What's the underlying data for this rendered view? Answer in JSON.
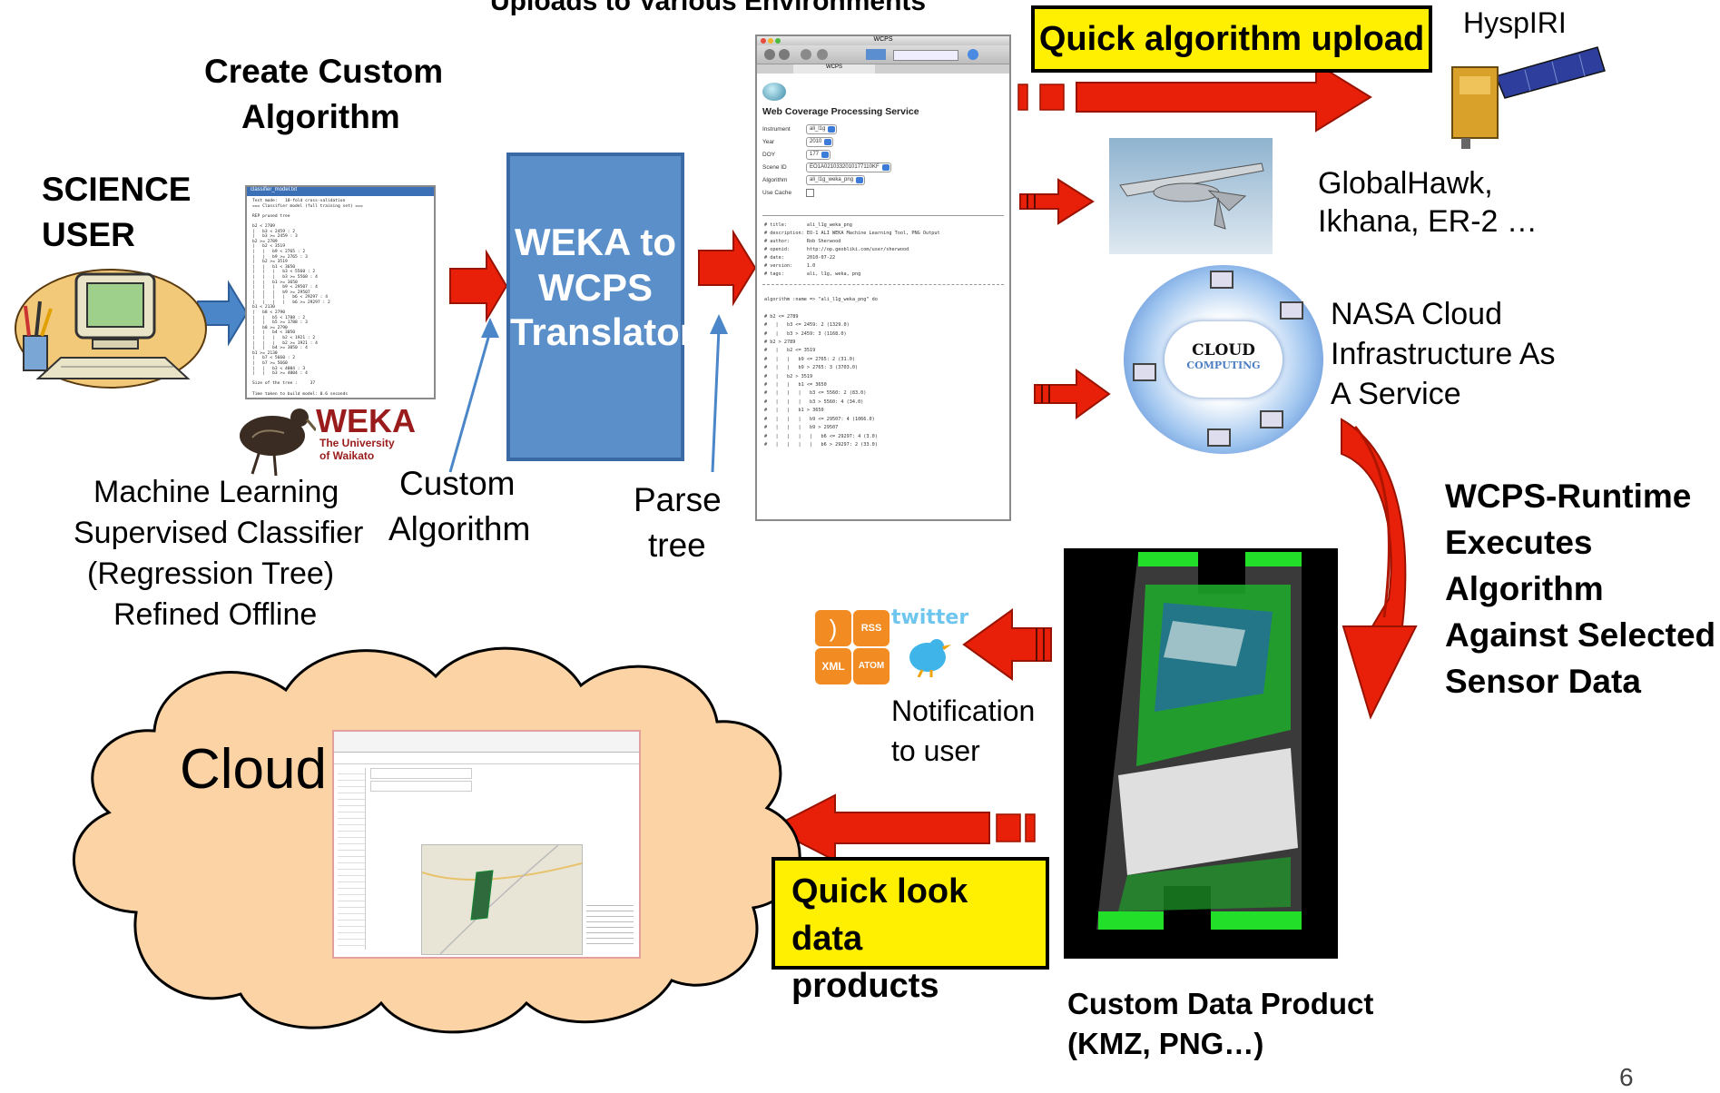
{
  "header_cut": "Uploads to Various Environments",
  "create_title": [
    "Create Custom",
    "Algorithm"
  ],
  "science_user": [
    "SCIENCE",
    "USER"
  ],
  "weka_logo": {
    "name": "WEKA",
    "sub": [
      "The University",
      "of Waikato"
    ]
  },
  "ml_caption": [
    "Machine Learning",
    "Supervised Classifier",
    "(Regression Tree)",
    "Refined Offline"
  ],
  "custom_algorithm": [
    "Custom",
    "Algorithm"
  ],
  "translator": [
    "WEKA to",
    "WCPS",
    "Translator"
  ],
  "parse_tree": [
    "Parse",
    "tree"
  ],
  "wcps_window": {
    "title": "WCPS",
    "tab": "WCPS",
    "heading": "Web Coverage Processing Service",
    "fields": [
      {
        "label": "Instrument",
        "value": "ali_l1g"
      },
      {
        "label": "Year",
        "value": "2010"
      },
      {
        "label": "DOY",
        "value": "177"
      },
      {
        "label": "Scene ID",
        "value": "EO1A0210332010177110KF"
      },
      {
        "label": "Algorithm",
        "value": "ali_l1g_weka_png"
      },
      {
        "label": "Use Cache",
        "value": ""
      }
    ],
    "header_lines": [
      "# title:       ali_l1g_weka_png",
      "# description: EO-1 ALI WEKA Machine Learning Tool, PNG Output",
      "# author:      Rob Sherwood",
      "# openid:      http://op.geobliki.com/user/sherwood",
      "# date:        2010-07-22",
      "# version:     1.0",
      "# tags:        ali, l1g, weka, png"
    ],
    "code_lines": [
      "algorithm :name => \"ali_l1g_weka_png\" do",
      "",
      "# b2 <= 2789",
      "#   |   b3 <= 2459: 2 (1329.0)",
      "#   |   b3 > 2459: 3 (1168.0)",
      "# b2 > 2789",
      "#   |   b2 <= 3519",
      "#   |   |   b9 <= 2765: 2 (31.0)",
      "#   |   |   b9 > 2765: 3 (3703.0)",
      "#   |   b2 > 3519",
      "#   |   |   b1 <= 3650",
      "#   |   |   |   b3 <= 5560: 2 (83.0)",
      "#   |   |   |   b3 > 5560: 4 (34.0)",
      "#   |   |   b1 > 3650",
      "#   |   |   |   b9 <= 29507: 4 (1066.0)",
      "#   |   |   |   b9 > 29507",
      "#   |   |   |   |   b6 <= 29297: 4 (3.0)",
      "#   |   |   |   |   b6 > 29297: 2 (33.0)"
    ]
  },
  "weka_text_window": {
    "title": "classifier_model.txt",
    "lines": [
      "Test mode:   10-fold cross-validation",
      "=== Classifier model (full training set) ===",
      "",
      "REP pruned tree",
      "",
      "b2 < 2789",
      "|   b3 < 2459 : 2",
      "|   b3 >= 2459 : 3",
      "b2 >= 2789",
      "|   b2 < 3519",
      "|   |   b9 < 2765 : 2",
      "|   |   b9 >= 2765 : 3",
      "|   b2 >= 3519",
      "|   |   b1 < 3650",
      "|   |   |   b3 < 5560 : 2",
      "|   |   |   b3 >= 5560 : 4",
      "|   |   b1 >= 3650",
      "|   |   |   b9 < 29507 : 4",
      "|   |   |   b9 >= 29507",
      "|   |   |   |   b6 < 29297 : 4",
      "|   |   |   |   b6 >= 29297 : 2",
      "b1 < 2130",
      "|   b8 < 2790",
      "|   |   b5 < 1788 : 2",
      "|   |   b5 >= 1788 : 3",
      "|   b8 >= 2790",
      "|   |   b4 < 3050",
      "|   |   |   b2 < 1921 : 2",
      "|   |   |   b2 >= 1921 : 4",
      "|   |   b4 >= 3050 : 4",
      "b1 >= 2130",
      "|   b7 < 5660 : 2",
      "|   b7 >= 5660",
      "|   |   b3 < 4004 : 3",
      "|   |   b3 >= 4004 : 4",
      "",
      "Size of the tree :     37",
      "",
      "Time taken to build model: 0.6 seconds"
    ]
  },
  "quick_upload": "Quick algorithm upload",
  "hyspiri": "HyspIRI",
  "globalhawk": [
    "GlobalHawk,",
    "Ikhana, ER-2 …"
  ],
  "cloud_computing": [
    "CLOUD",
    "COMPUTING"
  ],
  "nasa_cloud": [
    "NASA Cloud",
    "Infrastructure As",
    "A Service"
  ],
  "runtime": [
    "WCPS-Runtime",
    "Executes",
    "Algorithm",
    "Against Selected",
    "Sensor Data"
  ],
  "data_product_caption": [
    "Custom Data Product",
    "(KMZ, PNG…)"
  ],
  "notification": [
    "Notification",
    "to user"
  ],
  "feed_icons": {
    "rss": "RSS",
    "xml": "XML",
    "atom": "ATOM",
    "twitter": "twitter"
  },
  "quick_look": [
    "Quick look data",
    "products"
  ],
  "cloud_label": "Cloud",
  "page_number": "6",
  "colors": {
    "arrow_red": "#e8200a",
    "arrow_blue": "#4a86c8",
    "translator_blue": "#5b8fc9",
    "callout_yellow": "#ffef00",
    "cloud_fill": "#fbd3a4"
  },
  "icons": [
    "computer-user-icon",
    "weka-bird-icon",
    "satellite-icon",
    "aircraft-icon",
    "cloud-computing-icon",
    "rss-icon",
    "twitter-bird-icon"
  ]
}
